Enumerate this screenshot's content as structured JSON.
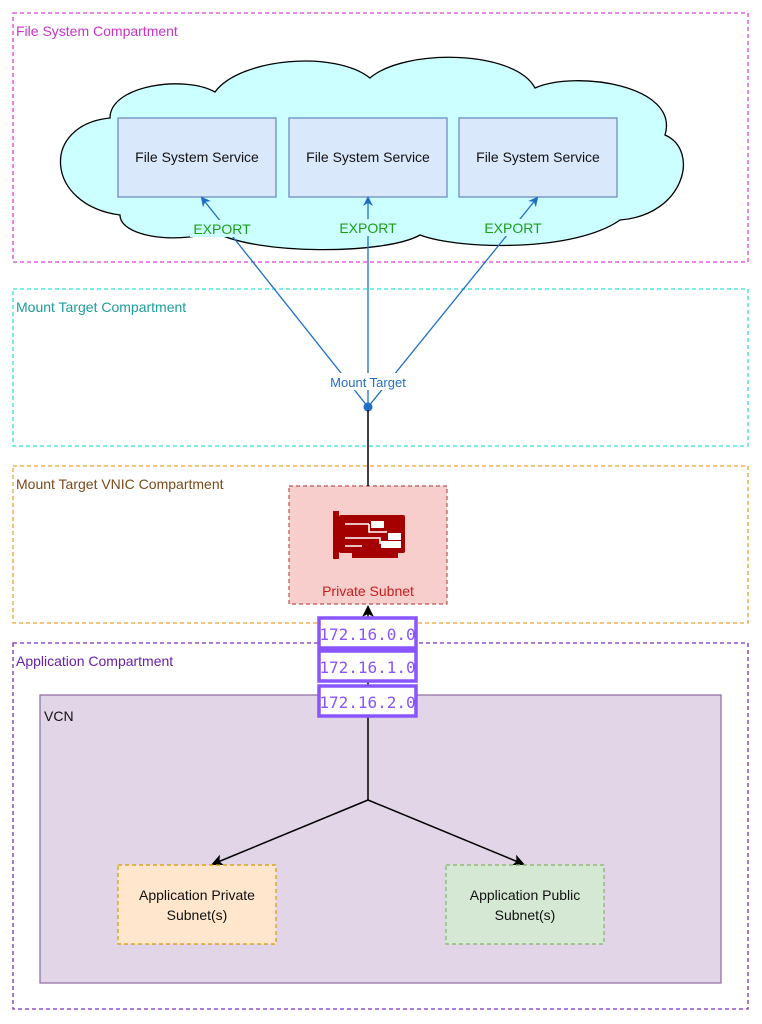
{
  "compartments": {
    "file_system": {
      "label": "File System Compartment",
      "color": "#cc33cc"
    },
    "mount_target": {
      "label": "Mount Target Compartment",
      "color": "#1a9e9e"
    },
    "vnic": {
      "label": "Mount Target VNIC Compartment",
      "color": "#7a4a1a"
    },
    "application": {
      "label": "Application Compartment",
      "color": "#6a1fb0"
    }
  },
  "cloud": {
    "fill": "#ccffff"
  },
  "fs_services": [
    {
      "label": "File System Service"
    },
    {
      "label": "File System Service"
    },
    {
      "label": "File System Service"
    }
  ],
  "exports": [
    "EXPORT",
    "EXPORT",
    "EXPORT"
  ],
  "mount_target_label": "Mount Target",
  "private_subnet": {
    "label": "Private Subnet",
    "icon": "network-card-icon"
  },
  "ip_addresses": [
    "172.16.0.0",
    "172.16.1.0",
    "172.16.2.0"
  ],
  "vcn": {
    "label": "VCN"
  },
  "app_private_subnet": {
    "line1": "Application Private",
    "line2": "Subnet(s)"
  },
  "app_public_subnet": {
    "line1": "Application Public",
    "line2": "Subnet(s)"
  },
  "colors": {
    "arrow_blue": "#1f6fc6",
    "export_green": "#1a9e1a",
    "private_subnet_text": "#cc1a1a",
    "icon_red": "#a50000",
    "ip_purple": "#8855ff"
  }
}
